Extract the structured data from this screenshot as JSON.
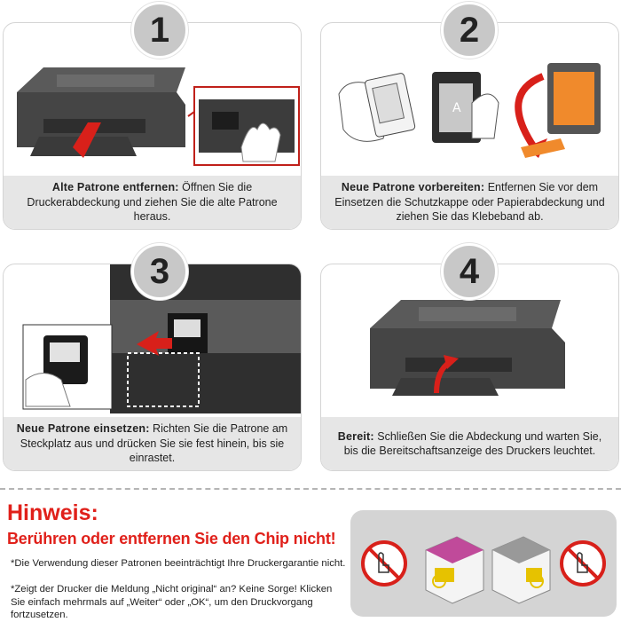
{
  "steps": [
    {
      "number": "1",
      "title": "Alte Patrone entfernen:",
      "text": "Öffnen Sie die Druckerabdeckung und ziehen Sie die alte Patrone heraus."
    },
    {
      "number": "2",
      "title": "Neue Patrone vorbereiten:",
      "text": "Entfernen Sie vor dem Einsetzen die Schutzkappe oder Papierabdeckung und ziehen Sie das Klebeband ab."
    },
    {
      "number": "3",
      "title": "Neue Patrone einsetzen:",
      "text": "Richten Sie die Patrone am Steckplatz aus und drücken Sie sie fest hinein, bis sie einrastet."
    },
    {
      "number": "4",
      "title": "Bereit:",
      "text": "Schließen Sie die Abdeckung und warten Sie, bis die Bereitschaftsanzeige des Druckers leuchtet."
    }
  ],
  "notice": {
    "title": "Hinweis:",
    "subtitle": "Berühren oder entfernen Sie den Chip nicht!",
    "line1": "*Die Verwendung dieser Patronen beeinträchtigt Ihre Druckergarantie nicht.",
    "line2": "*Zeigt der Drucker die Meldung „Nicht original“ an? Keine Sorge! Klicken Sie einfach mehrmals auf „Weiter“ oder „OK“, um den Druckvorgang fortzusetzen."
  },
  "colors": {
    "accent_red": "#e0201a",
    "caption_bg": "#e6e6e6",
    "badge_bg": "#c8c8c8",
    "printer_body": "#4a4a4a",
    "tape_orange": "#f08a2c"
  }
}
